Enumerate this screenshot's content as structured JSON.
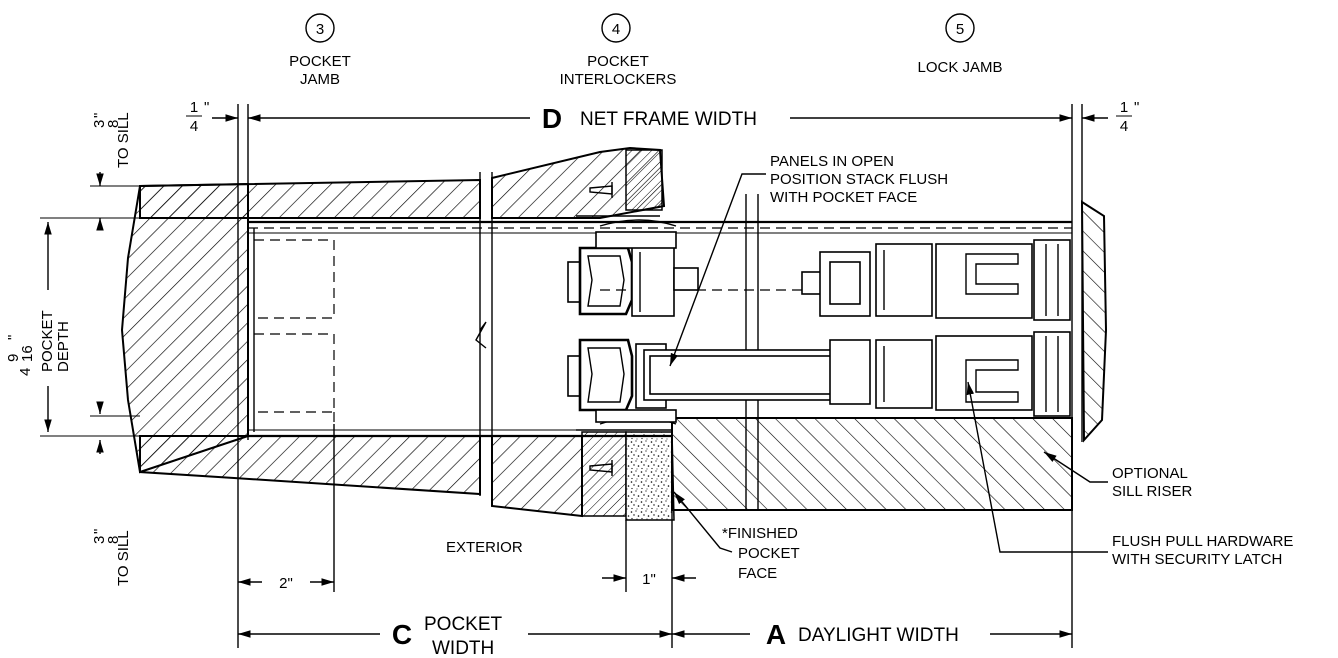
{
  "callouts": [
    {
      "number": "3",
      "label_lines": [
        "POCKET",
        "JAMB"
      ]
    },
    {
      "number": "4",
      "label_lines": [
        "POCKET",
        "INTERLOCKERS"
      ]
    },
    {
      "number": "5",
      "label_lines": [
        "LOCK JAMB"
      ]
    }
  ],
  "dimensions": {
    "net_frame": {
      "letter": "D",
      "text": "NET FRAME WIDTH"
    },
    "side_gap_left": {
      "numerator": "1",
      "denominator": "4",
      "unit": "\""
    },
    "side_gap_right": {
      "numerator": "1",
      "denominator": "4",
      "unit": "\""
    },
    "pocket_width": {
      "letter": "C",
      "line1": "POCKET",
      "line2": "WIDTH"
    },
    "daylight_width": {
      "letter": "A",
      "text": "DAYLIGHT WIDTH"
    },
    "two_inch": "2\"",
    "one_inch": "1\"",
    "to_sill_top": {
      "numerator": "3",
      "denominator": "8",
      "unit": "\"",
      "text": "TO SILL"
    },
    "to_sill_bottom": {
      "numerator": "3",
      "denominator": "8",
      "unit": "\"",
      "text": "TO SILL"
    },
    "pocket_depth": {
      "whole": "4",
      "numerator": "9",
      "denominator": "16",
      "unit": "\"",
      "line1": "POCKET",
      "line2": "DEPTH"
    }
  },
  "notes": {
    "panels": [
      "PANELS IN OPEN",
      "POSITION STACK FLUSH",
      "WITH POCKET FACE"
    ],
    "exterior": "EXTERIOR",
    "finished_face": [
      "*FINISHED",
      "POCKET",
      "FACE"
    ],
    "sill_riser": [
      "OPTIONAL",
      "SILL RISER"
    ],
    "flush_pull": [
      "FLUSH PULL HARDWARE",
      "WITH SECURITY LATCH"
    ]
  }
}
